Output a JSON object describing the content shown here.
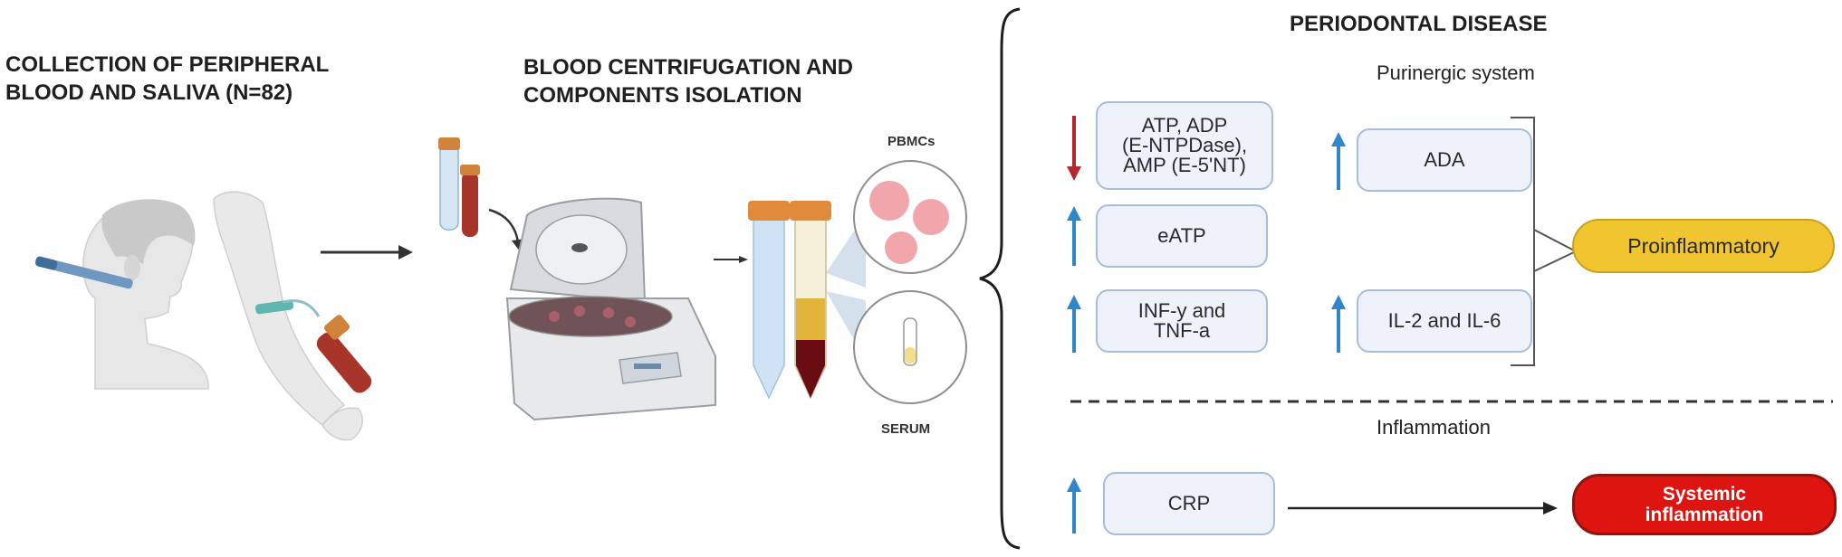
{
  "left": {
    "collection_title_1": "COLLECTION OF PERIPHERAL",
    "collection_title_2": "BLOOD AND SALIVA (N=82)",
    "centrifugation_title_1": "BLOOD CENTRIFUGATION AND",
    "centrifugation_title_2": "COMPONENTS ISOLATION",
    "pbmc_label": "PBMCs",
    "serum_label": "SERUM"
  },
  "right": {
    "title": "PERIODONTAL DISEASE",
    "purinergic_label": "Purinergic system",
    "inflammation_label": "Inflammation",
    "boxes": {
      "atp": "ATP, ADP\n(E-NTPDase),\nAMP (E-5'NT)",
      "ada": "ADA",
      "eatp": "eATP",
      "inf": "INF-y and\nTNF-a",
      "il": "IL-2 and IL-6",
      "crp": "CRP"
    },
    "proinflammatory": "Proinflammatory",
    "systemic": "Systemic\ninflammation"
  },
  "colors": {
    "box_fill": "#eef3fb",
    "box_border": "#a9bdd8",
    "up_arrow": "#2f86c8",
    "down_arrow": "#b3272d",
    "proinflammatory_fill": "#f0c530",
    "systemic_fill": "#dd1410"
  }
}
